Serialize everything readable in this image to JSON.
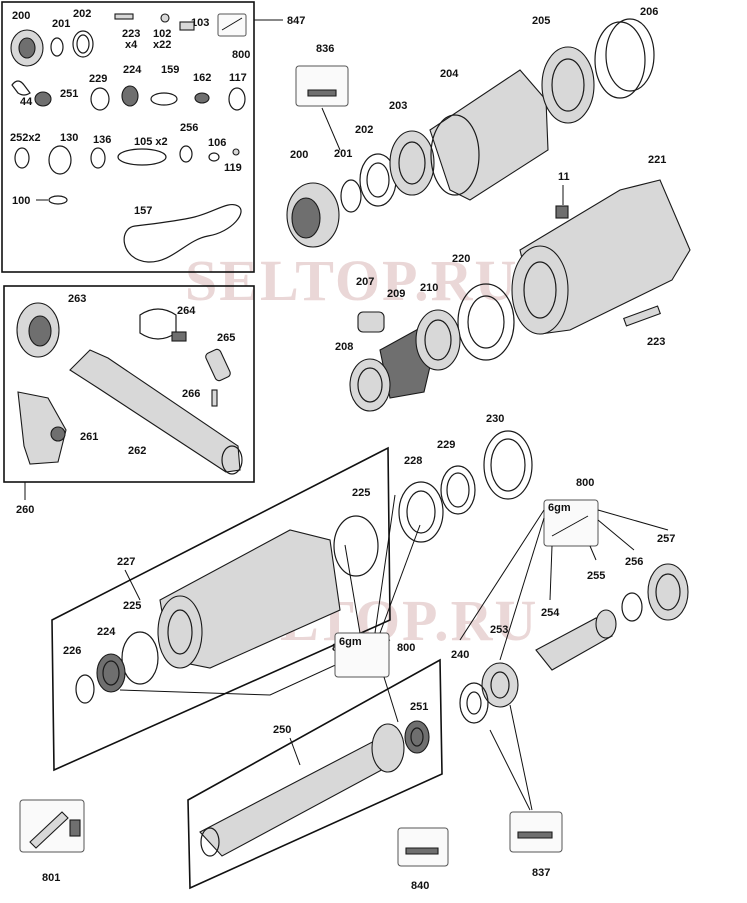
{
  "watermark": "SELTOP.RU",
  "kit_box_label": "847",
  "group_label": "260",
  "callouts": {
    "k200": "200",
    "k201": "201",
    "k202": "202",
    "k223": "223",
    "k223q": "x4",
    "k102": "102",
    "k102q": "x22",
    "k103": "103",
    "k800": "800",
    "k44": "44",
    "k251": "251",
    "k229": "229",
    "k224": "224",
    "k159": "159",
    "k162": "162",
    "k117": "117",
    "k252": "252x2",
    "k130": "130",
    "k136": "136",
    "k105": "105 x2",
    "k256": "256",
    "k106": "106",
    "k119": "119",
    "k100": "100",
    "k157": "157",
    "g263": "263",
    "g264": "264",
    "g265": "265",
    "g266": "266",
    "g261": "261",
    "g262": "262",
    "p836": "836",
    "p201": "201",
    "p202": "202",
    "p203": "203",
    "p200": "200",
    "p204": "204",
    "p205": "205",
    "p206": "206",
    "p11": "11",
    "p221": "221",
    "p207": "207",
    "p220": "220",
    "p209": "209",
    "p210": "210",
    "p208": "208",
    "p223": "223",
    "p230": "230",
    "p229": "229",
    "p228": "228",
    "p225a": "225",
    "p227": "227",
    "p225b": "225",
    "p224": "224",
    "p226": "226",
    "p800a": "800",
    "p800b": "800",
    "p257": "257",
    "p256": "256",
    "p255": "255",
    "p254": "254",
    "p253": "253",
    "p240": "240",
    "p251": "251",
    "p250": "250",
    "p801": "801",
    "p840": "840",
    "p837": "837"
  },
  "grease_label": "6gm",
  "icon_names": [
    "grease-icon",
    "tool-kit-icon",
    "brush-icon"
  ]
}
